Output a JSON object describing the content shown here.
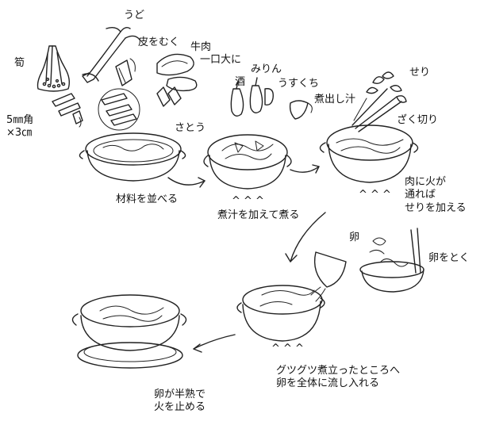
{
  "labels": {
    "takenoko": "筍",
    "udo": "うど",
    "kawa_wo_muku": "皮をむく",
    "gyuniku": "牛肉",
    "hitokuchidai": "一口大に",
    "mirin": "みりん",
    "sake": "酒",
    "usukuchi": "うすくち",
    "seri": "せり",
    "dashi": "煮出し汁",
    "zakugiri": "ざく切り",
    "size": "5㎜角\n×3㎝",
    "satou": "さとう",
    "step1": "材料を並べる",
    "step2": "煮汁を加えて煮る",
    "step3": "肉に火が\n通れば\nせりを加える",
    "tamago": "卵",
    "tamago_toku": "卵をとく",
    "step4": "グツグツ煮立ったところへ\n卵を全体に流し入れる",
    "step5": "卵が半熟で\n火を止める"
  },
  "icons": {
    "heat_mark": "^ ^ ^"
  }
}
